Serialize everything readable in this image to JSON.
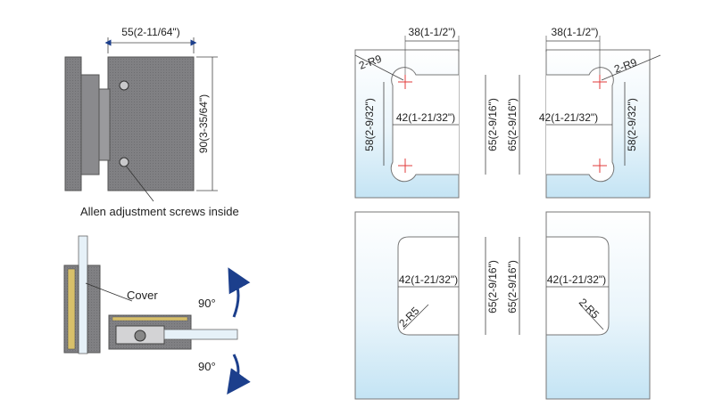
{
  "left_top": {
    "width_dim": "55(2-11/64\")",
    "height_dim": "90(3-35/64\")",
    "caption": "Allen adjustment screws inside"
  },
  "left_bottom": {
    "cover_label": "Cover",
    "angle_top": "90°",
    "angle_bottom": "90°"
  },
  "cutouts": {
    "top_left": {
      "top_dim": "38(1-1/2\")",
      "radius": "2-R9",
      "left_dim": "58(2-9/32\")",
      "mid_dim": "42(1-21/32\")",
      "right_dim": "65(2-9/16\")"
    },
    "top_right": {
      "top_dim": "38(1-1/2\")",
      "radius": "2-R9",
      "left_dim": "65(2-9/16\")",
      "mid_dim": "42(1-21/32\")",
      "right_dim": "58(2-9/32\")"
    },
    "bottom_left": {
      "mid_dim": "42(1-21/32\")",
      "radius": "2-R5",
      "right_dim": "65(2-9/16\")"
    },
    "bottom_right": {
      "left_dim": "65(2-9/16\")",
      "mid_dim": "42(1-21/32\")",
      "radius": "2-R5"
    }
  },
  "colors": {
    "metal": "#7d7d80",
    "glass_top": "#ffffff",
    "glass_bottom": "#c4e4f4",
    "arrow": "#1c3f8c",
    "hole_marker": "#e23b3b"
  }
}
